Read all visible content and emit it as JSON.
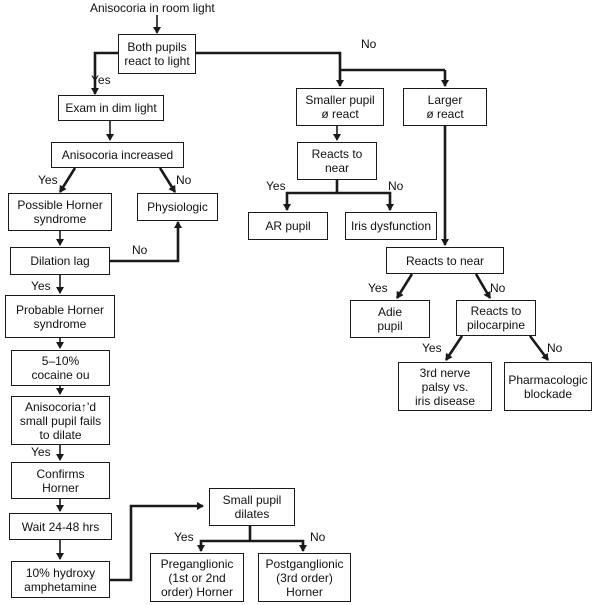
{
  "start_label": "Anisocoria in room light",
  "nodes": {
    "both_react": "Both pupils\nreact to light",
    "dim_light": "Exam in dim light",
    "increased": "Anisocoria increased",
    "possible_horner": "Possible Horner\nsyndrome",
    "physiologic": "Physiologic",
    "dilation_lag": "Dilation lag",
    "probable_horner": "Probable Horner\nsyndrome",
    "cocaine": "5–10%\ncocaine ou",
    "aniso_fails": "Anisocoria↑'d\nsmall pupil fails\nto dilate",
    "confirms": "Confirms\nHorner",
    "wait": "Wait 24-48 hrs",
    "hydroxy": "10% hydroxy\namphetamine",
    "small_dilates": "Small pupil\ndilates",
    "preganglionic": "Preganglionic\n(1st or 2nd\norder) Horner",
    "postganglionic": "Postganglionic\n(3rd order)\nHorner",
    "smaller_no_react": "Smaller pupil\nø react",
    "larger_no_react": "Larger\nø react",
    "reacts_near_1": "Reacts to\nnear",
    "ar_pupil": "AR pupil",
    "iris_dysfunction": "Iris dysfunction",
    "reacts_near_2": "Reacts to near",
    "adie": "Adie\npupil",
    "pilocarpine": "Reacts to\npilocarpine",
    "third_nerve": "3rd nerve\npalsy vs.\niris disease",
    "pharmacologic": "Pharmacologic\nblockade"
  },
  "edge_labels": {
    "yes": "Yes",
    "no": "No"
  },
  "line_color": "#1a1a1a"
}
